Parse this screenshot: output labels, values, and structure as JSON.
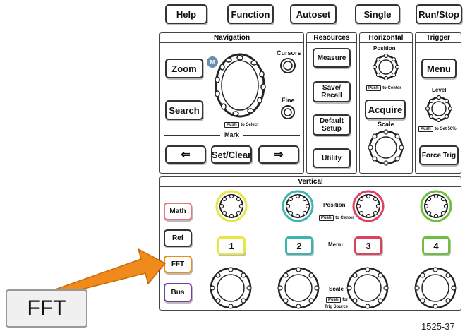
{
  "top_buttons": {
    "help": "Help",
    "function": "Function",
    "autoset": "Autoset",
    "single": "Single",
    "run_stop": "Run/Stop"
  },
  "navigation": {
    "title": "Navigation",
    "zoom": "Zoom",
    "m_badge": "M",
    "cursors": "Cursors",
    "search": "Search",
    "fine": "Fine",
    "push_key": "Push",
    "push_text": "to Select",
    "mark_label": "Mark",
    "left_arrow": "⇐",
    "set_clear": "Set/Clear",
    "right_arrow": "⇒"
  },
  "resources": {
    "title": "Resources",
    "measure": "Measure",
    "save_recall": "Save/ Recall",
    "default_setup": "Default Setup",
    "utility": "Utility"
  },
  "horizontal": {
    "title": "Horizontal",
    "position": "Position",
    "push_key": "Push",
    "push_text": "to Center",
    "acquire": "Acquire",
    "scale": "Scale"
  },
  "trigger": {
    "title": "Trigger",
    "menu": "Menu",
    "level": "Level",
    "push_key": "Push",
    "push_text": "to Set 50%",
    "force_trig": "Force Trig"
  },
  "vertical": {
    "title": "Vertical",
    "math": "Math",
    "ref": "Ref",
    "fft": "FFT",
    "bus": "Bus",
    "position": "Position",
    "push_key": "Push",
    "push_center": "to Center",
    "menu": "Menu",
    "scale": "Scale",
    "push_for": "for",
    "trig_source": "Trig Source",
    "channels": [
      "1",
      "2",
      "3",
      "4"
    ],
    "channel_colors": [
      "#e6e645",
      "#3ab6b0",
      "#e0405e",
      "#6dbf3e"
    ]
  },
  "callout": {
    "label": "FFT",
    "arrow_color": "#f08a1c"
  },
  "figure_id": "1525-37"
}
